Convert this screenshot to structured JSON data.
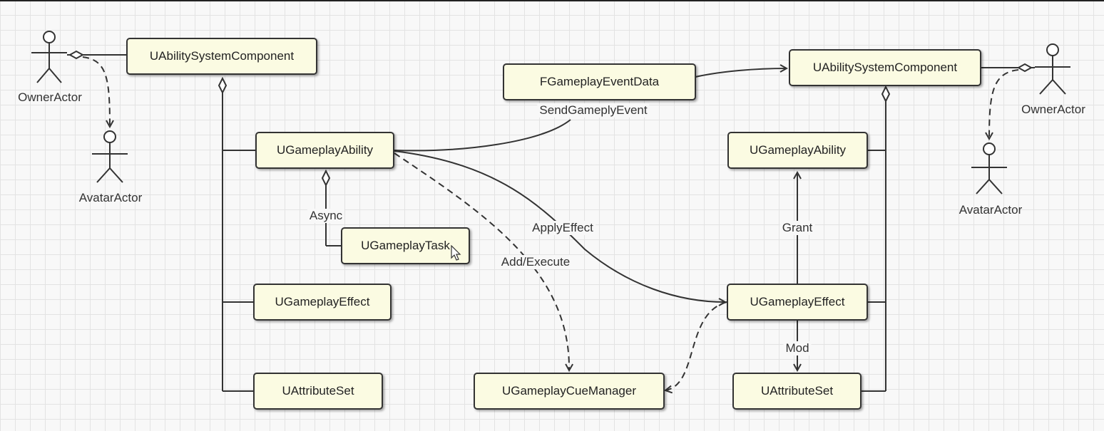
{
  "diagram": {
    "left": {
      "asc": "UAbilitySystemComponent",
      "owner": "OwnerActor",
      "avatar": "AvatarActor",
      "ability": "UGameplayAbility",
      "task": "UGameplayTask",
      "async": "Async",
      "effect": "UGameplayEffect",
      "attrset": "UAttributeSet"
    },
    "middle": {
      "event_data": "FGameplayEventData",
      "send_event": "SendGameplyEvent",
      "apply_effect": "ApplyEffect",
      "add_execute": "Add/Execute",
      "cue_manager": "UGameplayCueManager"
    },
    "right": {
      "asc": "UAbilitySystemComponent",
      "owner": "OwnerActor",
      "avatar": "AvatarActor",
      "ability": "UGameplayAbility",
      "effect": "UGameplayEffect",
      "attrset": "UAttributeSet",
      "grant": "Grant",
      "mod": "Mod"
    }
  }
}
